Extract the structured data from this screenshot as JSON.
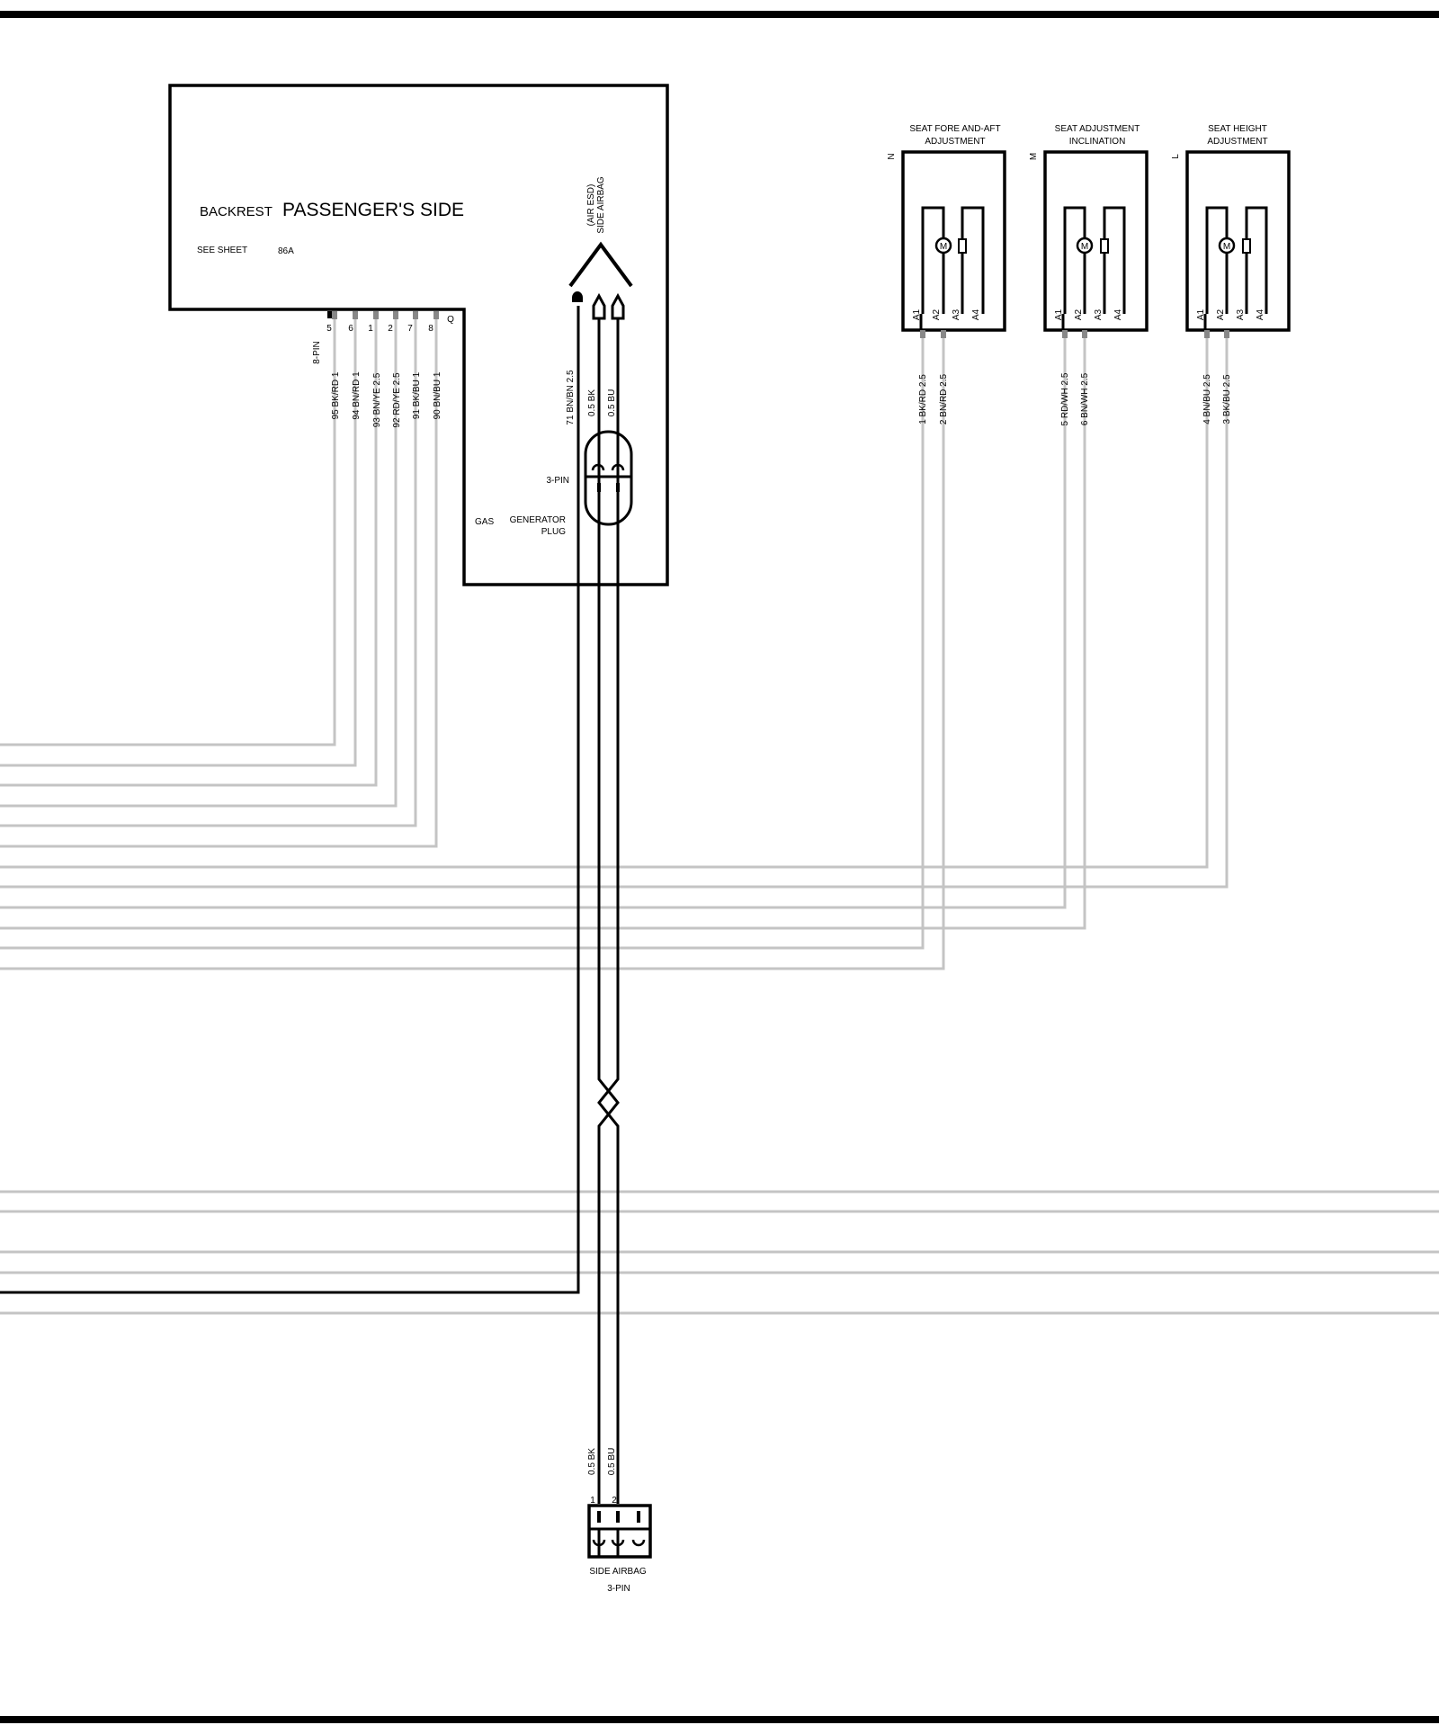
{
  "backrest_module": {
    "prefix": "BACKREST",
    "title": "PASSENGER'S SIDE",
    "see_sheet_label": "SEE SHEET",
    "see_sheet_value": "86A",
    "connector_name": "8-PIN",
    "pin_numbers": [
      "5",
      "6",
      "1",
      "2",
      "7",
      "8"
    ],
    "ground_pin": "Q",
    "wires": [
      "95 BK/RD 1",
      "94 BN/RD 1",
      "93 BN/YE 2.5",
      "92 RD/YE 2.5",
      "91 BK/BU 1",
      "90 BN/BU 1"
    ]
  },
  "side_airbag_upper": {
    "title_line1": "SIDE AIRBAG",
    "title_line2": "(AIR ESD)",
    "wires": [
      "71 BN/BN 2.5",
      "0.5 BK",
      "0.5 BU"
    ],
    "plug_pins": "3-PIN",
    "plug_label_gas": "GAS",
    "plug_label_generator": "GENERATOR",
    "plug_label_plug": "PLUG"
  },
  "motors": [
    {
      "id": "N",
      "title_line1": "SEAT FORE AND-AFT",
      "title_line2": "ADJUSTMENT",
      "pins": [
        "A1",
        "A2",
        "A3",
        "A4"
      ],
      "motor_symbol": "M",
      "wires": [
        "1 BK/RD 2.5",
        "2 BN/RD 2.5"
      ]
    },
    {
      "id": "M",
      "title_line1": "SEAT ADJUSTMENT",
      "title_line2": "INCLINATION",
      "pins": [
        "A1",
        "A2",
        "A3",
        "A4"
      ],
      "motor_symbol": "M",
      "wires": [
        "5 RD/WH 2.5",
        "6 BN/WH 2.5"
      ]
    },
    {
      "id": "L",
      "title_line1": "SEAT HEIGHT",
      "title_line2": "ADJUSTMENT",
      "pins": [
        "A1",
        "A2",
        "A3",
        "A4"
      ],
      "motor_symbol": "M",
      "wires": [
        "4 BN/BU 2.5",
        "3 BK/BU 2.5"
      ]
    }
  ],
  "side_airbag_lower": {
    "wires": [
      "0.5 BK",
      "0.5 BU"
    ],
    "pin_numbers": [
      "1",
      "2"
    ],
    "name": "SIDE AIRBAG",
    "pins": "3-PIN"
  }
}
